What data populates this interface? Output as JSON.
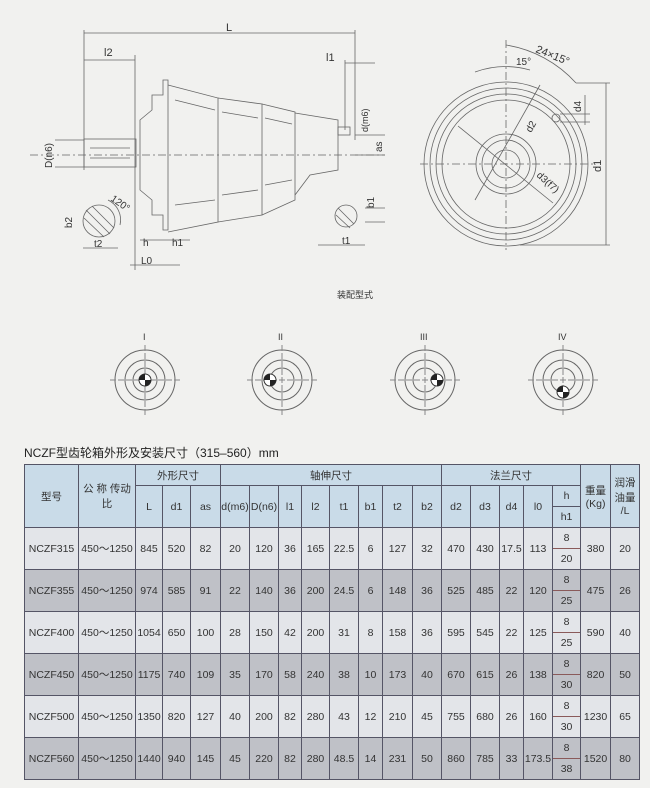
{
  "drawing": {
    "labels": {
      "L": "L",
      "l2": "l2",
      "l1": "l1",
      "D": "D(n6)",
      "d": "d(m6)",
      "as": "as",
      "angle120": "120°",
      "b2": "b2",
      "t2": "t2",
      "h": "h",
      "h1": "h1",
      "L0": "L0",
      "b1": "b1",
      "t1": "t1"
    },
    "caption": "装配型式",
    "flange": {
      "angle_total": "24×15°",
      "angle": "15°",
      "d1": "d1",
      "d2": "d2",
      "d3": "d3(f7)",
      "d4": "d4"
    },
    "mounting_types": [
      "I",
      "II",
      "III",
      "IV"
    ]
  },
  "table": {
    "title": "NCZF型齿轮箱外形及安装尺寸（315–560）mm",
    "headers": {
      "model": "型号",
      "ratio": "公 称 传动比",
      "group_outline": "外形尺寸",
      "group_shaft": "轴伸尺寸",
      "group_flange": "法兰尺寸",
      "weight": "重量 (Kg)",
      "oil": "润滑 油量 /L",
      "cols": [
        "L",
        "d1",
        "as",
        "d(m6)",
        "D(n6)",
        "l1",
        "l2",
        "t1",
        "b1",
        "t2",
        "b2",
        "d2",
        "d3",
        "d4",
        "l0"
      ],
      "h": "h",
      "h1": "h1"
    },
    "rows": [
      {
        "model": "NCZF315",
        "ratio": "450～1250",
        "vals": [
          "845",
          "520",
          "82",
          "20",
          "120",
          "36",
          "165",
          "22.5",
          "6",
          "127",
          "32",
          "470",
          "430",
          "17.5",
          "113"
        ],
        "h": "8",
        "h1": "20",
        "weight": "380",
        "oil": "20"
      },
      {
        "model": "NCZF355",
        "ratio": "450～1250",
        "vals": [
          "974",
          "585",
          "91",
          "22",
          "140",
          "36",
          "200",
          "24.5",
          "6",
          "148",
          "36",
          "525",
          "485",
          "22",
          "120"
        ],
        "h": "8",
        "h1": "25",
        "weight": "475",
        "oil": "26"
      },
      {
        "model": "NCZF400",
        "ratio": "450～1250",
        "vals": [
          "1054",
          "650",
          "100",
          "28",
          "150",
          "42",
          "200",
          "31",
          "8",
          "158",
          "36",
          "595",
          "545",
          "22",
          "125"
        ],
        "h": "8",
        "h1": "25",
        "weight": "590",
        "oil": "40"
      },
      {
        "model": "NCZF450",
        "ratio": "450～1250",
        "vals": [
          "1175",
          "740",
          "109",
          "35",
          "170",
          "58",
          "240",
          "38",
          "10",
          "173",
          "40",
          "670",
          "615",
          "26",
          "138"
        ],
        "h": "8",
        "h1": "30",
        "weight": "820",
        "oil": "50"
      },
      {
        "model": "NCZF500",
        "ratio": "450～1250",
        "vals": [
          "1350",
          "820",
          "127",
          "40",
          "200",
          "82",
          "280",
          "43",
          "12",
          "210",
          "45",
          "755",
          "680",
          "26",
          "160"
        ],
        "h": "8",
        "h1": "30",
        "weight": "1230",
        "oil": "65"
      },
      {
        "model": "NCZF560",
        "ratio": "450～1250",
        "vals": [
          "1440",
          "940",
          "145",
          "45",
          "220",
          "82",
          "280",
          "48.5",
          "14",
          "231",
          "50",
          "860",
          "785",
          "33",
          "173.5"
        ],
        "h": "8",
        "h1": "38",
        "weight": "1520",
        "oil": "80"
      }
    ]
  }
}
